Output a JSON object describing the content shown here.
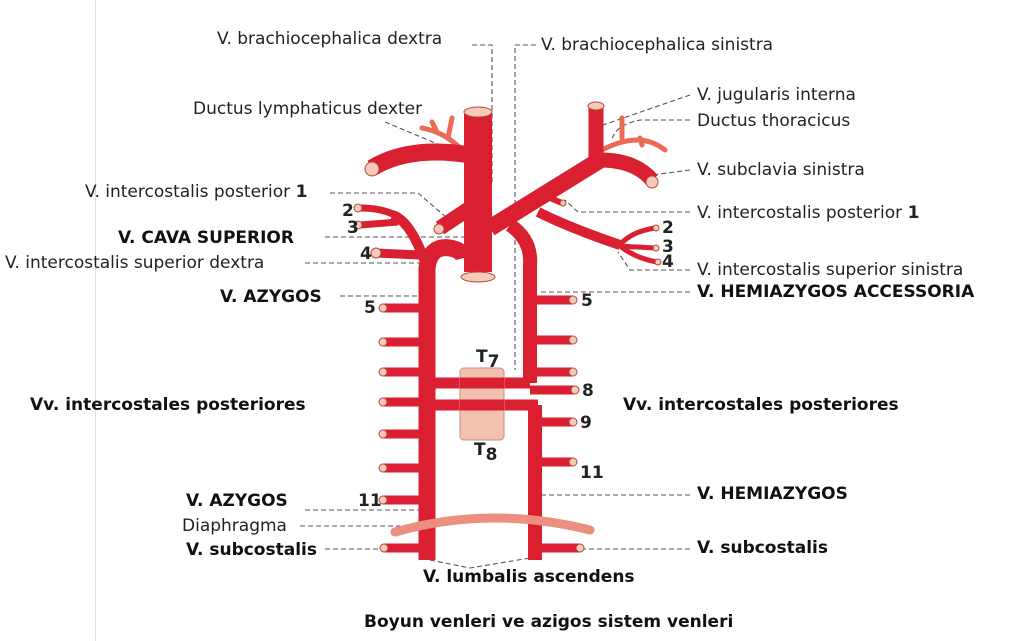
{
  "labels": {
    "brachio_dextra": "V. brachiocephalica dextra",
    "brachio_sinistra": "V. brachiocephalica sinistra",
    "ductus_lymph": "Ductus lymphaticus dexter",
    "jugularis": "V. jugularis interna",
    "ductus_thor": "Ductus thoracicus",
    "subclavia_sin": "V. subclavia sinistra",
    "intercost_post1_r": "V. intercostalis posterior",
    "intercost_post1_l": "V. intercostalis posterior",
    "one": "1",
    "cava_sup": "V. CAVA SUPERIOR",
    "intercost_sup_dex": "V. intercostalis superior dextra",
    "intercost_sup_sin": "V. intercostalis superior sinistra",
    "azygos_top": "V. AZYGOS",
    "hemiazygos_acc": "V. HEMIAZYGOS ACCESSORIA",
    "vv_intercost_l": "Vv. intercostales posteriores",
    "vv_intercost_r": "Vv. intercostales posteriores",
    "t7": "T",
    "t7n": "7",
    "t8": "T",
    "t8n": "8",
    "azygos_bottom": "V. AZYGOS",
    "hemiazygos": "V. HEMIAZYGOS",
    "diaphragma": "Diaphragma",
    "subcostalis_l": "V. subcostalis",
    "subcostalis_r": "V. subcostalis",
    "lumbalis": "V. lumbalis ascendens",
    "caption": "Boyun venleri ve azigos sistem venleri"
  },
  "numbers": {
    "r2": "2",
    "r3": "3",
    "r4": "4",
    "r5": "5",
    "r11": "11",
    "l2": "2",
    "l3": "3",
    "l4": "4",
    "l5": "5",
    "l8": "8",
    "l9": "9",
    "l11": "11"
  },
  "colors": {
    "vein": "#d91f30",
    "vessel_end": "#f7c9b8",
    "duct": "#ec6a55",
    "diaphragm": "#ec8f7f"
  }
}
